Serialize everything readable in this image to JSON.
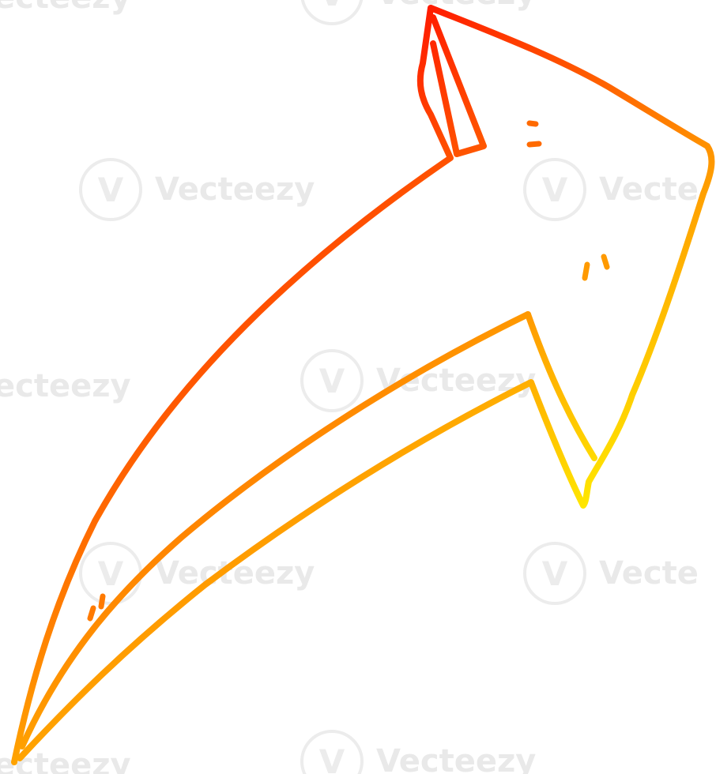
{
  "image": {
    "subject": "arrow",
    "style": "hand-drawn cartoon line art",
    "background_color": "#ffffff",
    "stroke_gradient": [
      "#ff1a00",
      "#ff8a00",
      "#ffe600"
    ]
  },
  "watermark": {
    "text_full": "Vecteezy",
    "text_left_cut": "ecteezy",
    "text_right_cut": "Vecte",
    "text_top_left": "ecteezy",
    "text_top_right": "Vecteezy",
    "color": "#e9e9e9"
  },
  "icons": {
    "watermark_logo": "vecteezy-logo-icon"
  }
}
